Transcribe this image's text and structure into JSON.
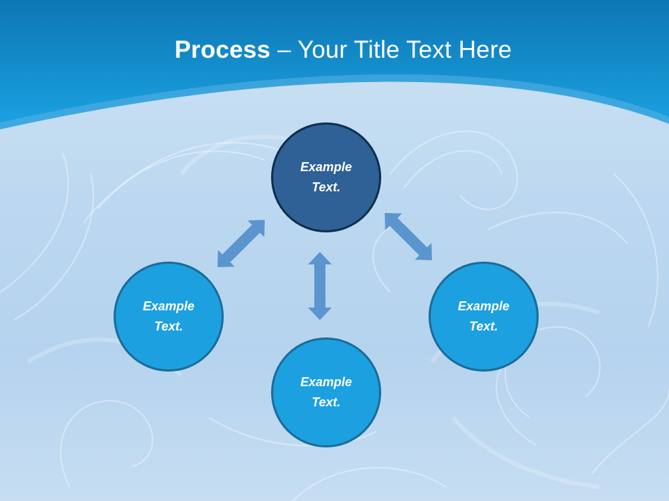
{
  "title": {
    "bold_part": "Process",
    "rest_part": " – Your Title Text Here"
  },
  "colors": {
    "header_blue": "#1a9fde",
    "header_dark": "#0e76b4",
    "node_dark": "#2f6096",
    "node_light": "#1ca0e0",
    "arrow": "#5b95cf"
  },
  "nodes": {
    "top": {
      "label": "Example\nText."
    },
    "left": {
      "label": "Example\nText."
    },
    "right": {
      "label": "Example\nText."
    },
    "bottom": {
      "label": "Example\nText."
    }
  },
  "arrows": [
    "double-headed",
    "double-headed",
    "double-headed"
  ]
}
